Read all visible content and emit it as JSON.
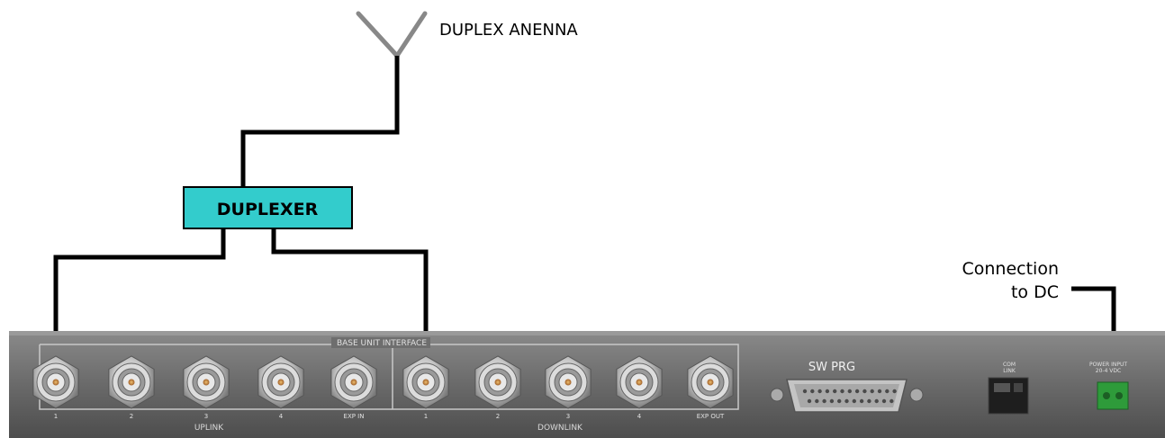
{
  "labels": {
    "antenna": "DUPLEX ANENNA",
    "duplexer": "DUPLEXER",
    "dc_line1": "Connection",
    "dc_line2": "to DC"
  },
  "panel": {
    "base_unit_interface": "BASE UNIT INTERFACE",
    "uplink": "UPLINK",
    "downlink": "DOWNLINK",
    "uplink_ports": [
      "1",
      "2",
      "3",
      "4",
      "EXP IN"
    ],
    "downlink_ports": [
      "1",
      "2",
      "3",
      "4",
      "EXP OUT"
    ],
    "sw_prg": "SW PRG",
    "com": "COM",
    "link": "LINK",
    "power_input": "POWER INPUT",
    "power_vdc": "20-4  VDC"
  },
  "colors": {
    "duplexer_fill": "#33cccc",
    "cable": "#000000",
    "panel": "#6b6b6b",
    "terminal": "#2e9b3a"
  }
}
